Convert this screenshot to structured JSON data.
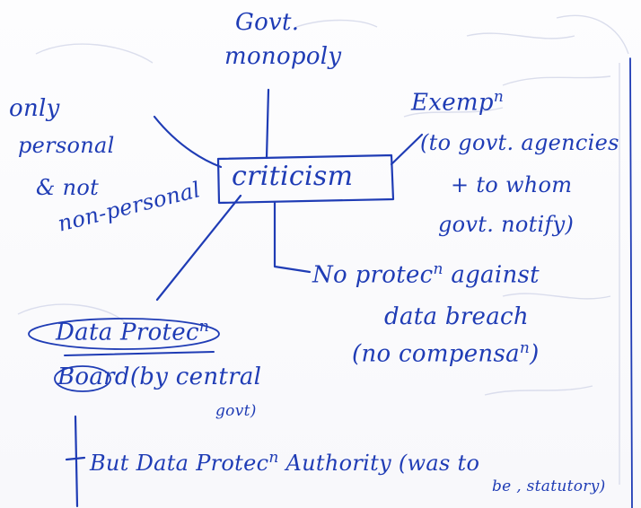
{
  "note": {
    "center": "criticism",
    "top": {
      "line1": "Govt.",
      "line2": "monopoly"
    },
    "left": {
      "line1": "only",
      "line2": "personal",
      "line3": "& not",
      "line4": "non-personal"
    },
    "right": {
      "line1": "Exemp",
      "line1_sup": "n",
      "line2": "(to govt. agencies",
      "line3": "+ to whom",
      "line4": "govt. notify)"
    },
    "breach": {
      "line1": "No protec",
      "line1_sup": "n",
      "line1_rest": " against",
      "line2": "data breach",
      "line3": "(no compensa",
      "line3_sup": "n",
      "line3_end": ")"
    },
    "board": {
      "line1": "Data Protec",
      "line1_sup": "n",
      "line2": "Board",
      "line2_rest": "(by central",
      "line3": "govt)"
    },
    "bottom": {
      "text": "But Data Protec",
      "sup": "n",
      "rest": " Authority (was to",
      "line2": "be , statutory)"
    }
  },
  "colors": {
    "ink": "#1f3cb5",
    "paper": "#fbfbfd",
    "ghost": "#cfd3e6"
  }
}
